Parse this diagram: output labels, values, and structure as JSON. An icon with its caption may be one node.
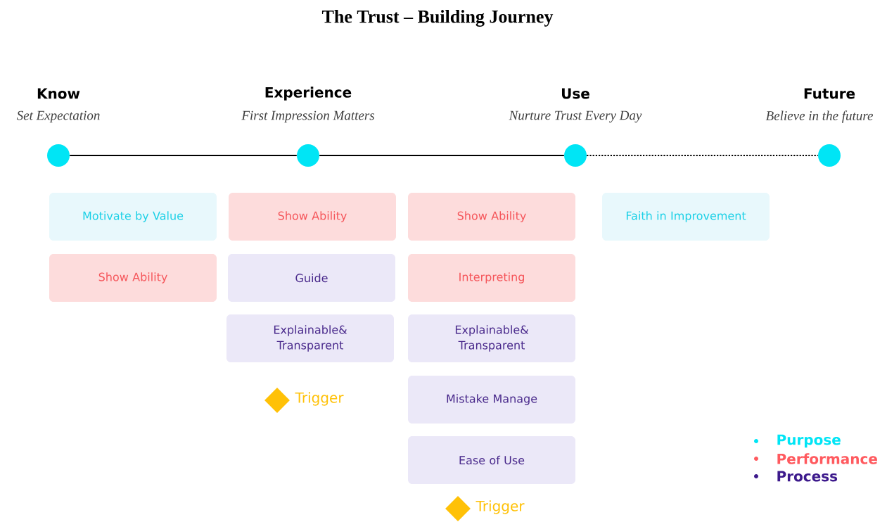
{
  "diagram": {
    "title": "The Trust – Building Journey",
    "nodes": [
      {
        "text": [
          "Know",
          "Set Expectation"
        ]
      },
      {
        "text": [
          "Experience",
          "First Impression Matters"
        ]
      },
      {
        "text": [
          "Use",
          "Nurture Trust Every Day"
        ]
      },
      {
        "text": [
          "Future",
          "Believe in the future"
        ]
      },
      {
        "text": [
          "Motivate by Value"
        ]
      },
      {
        "text": [
          "Show Ability"
        ]
      },
      {
        "text": [
          "Show Ability"
        ]
      },
      {
        "text": [
          "Guide"
        ]
      },
      {
        "text": [
          "Explainable& Transparent"
        ]
      },
      {
        "text": [],
        "shape": "diamond",
        "beside": [
          "Trigger"
        ]
      },
      {
        "text": [
          "Show Ability"
        ]
      },
      {
        "text": [
          "Interpreting"
        ]
      },
      {
        "text": [
          "Explainable& Transparent"
        ]
      },
      {
        "text": [
          "Mistake Manage"
        ]
      },
      {
        "text": [
          "Ease of Use"
        ]
      },
      {
        "text": [],
        "shape": "diamond",
        "beside": [
          "Trigger"
        ]
      },
      {
        "text": [
          "Faith in Improvement"
        ]
      }
    ],
    "edges": [
      {
        "from": 0,
        "to": 1,
        "arrow": "none"
      },
      {
        "from": 1,
        "to": 2,
        "arrow": "none"
      },
      {
        "from": 2,
        "to": 3,
        "arrow": "none",
        "style": "dashed"
      }
    ],
    "legend": [
      {
        "text": "Purpose",
        "color": "#00e5f5"
      },
      {
        "text": "Performance",
        "color": "#ff5a5f"
      },
      {
        "text": "Process",
        "color": "#3d1a8c"
      }
    ]
  }
}
